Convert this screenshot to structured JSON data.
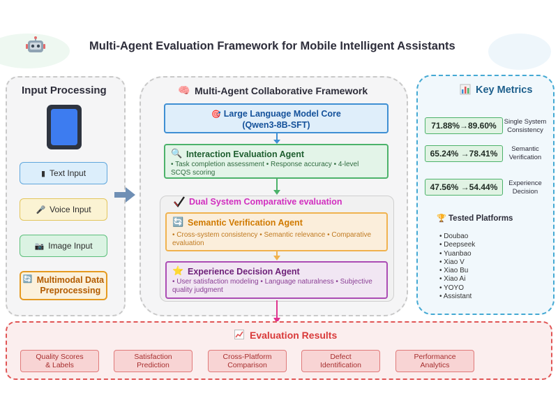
{
  "title": "Multi-Agent Evaluation Framework for Mobile Intelligent Assistants",
  "title_icon": "robot-icon",
  "input_panel": {
    "title": "Input Processing",
    "buttons": [
      {
        "label": "Text Input",
        "icon": "phone-icon"
      },
      {
        "label": "Voice Input",
        "icon": "microphone-icon"
      },
      {
        "label": "Image Input",
        "icon": "camera-icon"
      }
    ],
    "multimodal_label": "Multimodal Data\nPreprocessing"
  },
  "framework": {
    "title": "Multi-Agent Collaborative Framework",
    "llm_title": "Large Language Model Core",
    "llm_model": "(Qwen3-8B-SFT)",
    "interaction_title": "Interaction Evaluation Agent",
    "interaction_desc": "• Task completion assessment • Response accuracy • 4-level SCQS scoring",
    "dual_title": "Dual System Comparative evaluation",
    "semantic_title": "Semantic Verification Agent",
    "semantic_desc": "• Cross-system consistency • Semantic relevance • Comparative evaluation",
    "experience_title": "Experience Decision Agent",
    "experience_desc": "• User satisfaction modeling • Language naturalness • Subjective quality judgment"
  },
  "metrics": {
    "title": "Key Metrics",
    "items": [
      {
        "value": "71.88%→89.60%",
        "label": "Single System Consistency"
      },
      {
        "value": "65.24% →78.41%",
        "label": "Semantic Verification"
      },
      {
        "value": "47.56% →54.44%",
        "label": "Experience Decision"
      }
    ],
    "platforms_title": "Tested Platforms",
    "platforms": [
      "Doubao",
      "Deepseek",
      "Yuanbao",
      "Xiao V",
      "Xiao Bu",
      "Xiao Ai",
      "YOYO",
      "Assistant"
    ]
  },
  "results": {
    "title": "Evaluation Results",
    "items": [
      "Quality Scores\n& Labels",
      "Satisfaction\nPrediction",
      "Cross-Platform\nComparison",
      "Defect\nIdentification",
      "Performance\nAnalytics"
    ]
  },
  "colors": {
    "accent_blue": "#3f8fd3",
    "accent_green": "#4cb26a",
    "accent_orange": "#f0b24e",
    "accent_purple": "#ab4cb4",
    "accent_red": "#e05555",
    "dual_pink": "#d12fbf"
  }
}
